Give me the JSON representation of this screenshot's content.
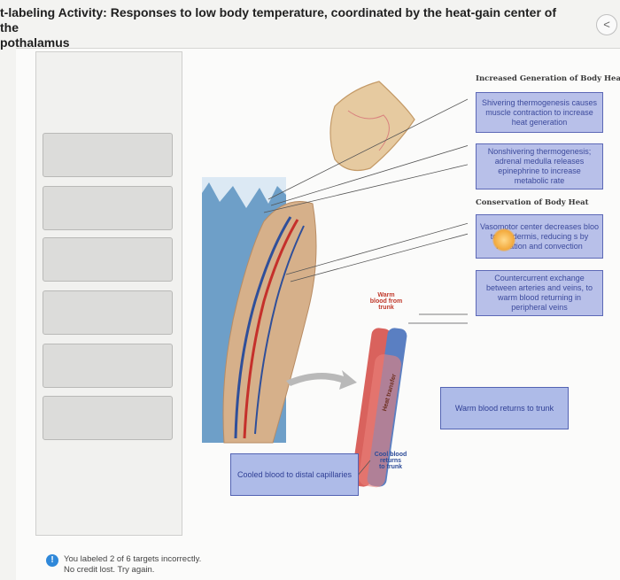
{
  "header": {
    "title": "t-labeling Activity: Responses to low body temperature, coordinated by the heat-gain center of the\npothalamus",
    "back_icon": "<"
  },
  "figure": {
    "warm_blood_label": "Warm\nblood from\ntrunk",
    "cool_blood_label": "Cool blood\nreturns\nto trunk",
    "heat_transfer_label": "Heat transfer"
  },
  "right_column": {
    "heading_1": "Increased Generation of Body Hea",
    "box_shivering": "Shivering thermogenesis causes muscle contraction to increase heat generation",
    "box_nonshivering": "Nonshivering thermogenesis; adrenal medulla releases epinephrine to increase metabolic rate",
    "heading_2": "Conservation of Body Heat",
    "box_vasomotor": "Vasomotor center decreases bloo    to the dermis, reducing      s by radiation and convection",
    "box_countercurrent": "Countercurrent exchange between arteries and veins, to warm blood returning in peripheral veins"
  },
  "placed_labels": {
    "warm_blood_returns": "Warm blood returns to trunk",
    "cooled_blood": "Cooled blood to distal capillaries"
  },
  "feedback": {
    "line1": "You labeled 2 of 6 targets incorrectly.",
    "line2": "No credit lost. Try again."
  },
  "colors": {
    "label_fill": "#b8c0e9",
    "label_border": "#5c68b6",
    "info_icon": "#2f88d9"
  }
}
